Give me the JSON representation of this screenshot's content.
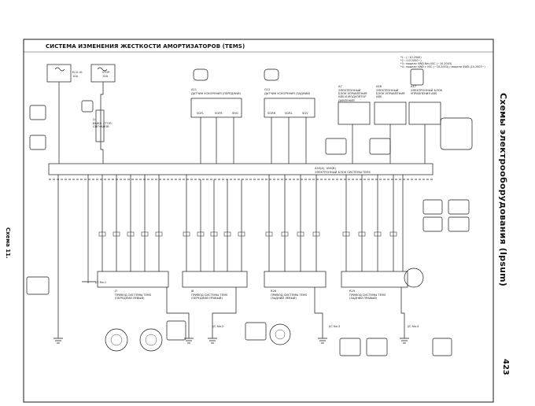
{
  "header": {
    "title": "СИСТЕМА ИЗМЕНЕНИЯ ЖЕСТКОСТИ АМОРТИЗАТОРОВ (TEMS)",
    "side_title": "Схемы электрооборудования (Ipsum)",
    "page_number": "423",
    "scheme_label": "Схема 11."
  },
  "notes": [
    "*1 : (~10.2000)",
    "*2 : (10.2000~)",
    "*3 : модели 4WD без VSC (~10.2003)",
    "*4 : модели 4WD с VSC (~10.2003) / модели 4WD (10.2003~)"
  ],
  "fuses": [
    {
      "id": "ecu-ig-fuse",
      "name": "ECU-IG",
      "rating": "10A"
    },
    {
      "id": "stop-fuse",
      "name": "STOP",
      "rating": "15A"
    }
  ],
  "sensors": [
    {
      "id": "front-g-sensor",
      "code": "A11",
      "name": "ДАТЧИК УСКОРЕНИЯ (ПЕРЕДНИЙ)",
      "pins": [
        "SGFL",
        "SGFR",
        "SHG"
      ]
    },
    {
      "id": "rear-g-sensor",
      "code": "G12",
      "name": "ДАТЧИК УСКОРЕНИЯ (ЗАДНИЙ)",
      "pins": [
        "SGRR",
        "SGRL",
        "SGV"
      ]
    }
  ],
  "abs_units": [
    {
      "code": "A7",
      "name": "ЭЛЕКТРОННЫЙ БЛОК УПРАВЛЕНИЯ ABS И МОДУЛЯТОР ДАВЛЕНИЯ",
      "note": "(модели 2WD)"
    },
    {
      "code": "A16",
      "name": "ЭЛЕКТРОННЫЙ БЛОК УПРАВЛЕНИЯ ABS",
      "note": "(мод. 4WD без VSC)"
    },
    {
      "code": "A17",
      "name": "ЭЛЕКТРОННЫЙ БЛОК УПРАВЛЕНИЯ ABS",
      "note": "(мод. 4WD с VSC)"
    }
  ],
  "ecu": {
    "code": "A55(A), A56(B)",
    "name": "ЭЛЕКТРОННЫЙ БЛОК СИСТЕМЫ TEMS"
  },
  "stop_switch": {
    "code": "J1",
    "name": "ВЫКЛ. СТОП-СИГНАЛОВ"
  },
  "actuators": [
    {
      "id": "act-fl",
      "code": "J7",
      "name": "ПРИВОД СИСТЕМЫ TEMS (ПЕРЕДНИЙ ЛЕВЫЙ)"
    },
    {
      "id": "act-fr",
      "code": "J8",
      "name": "ПРИВОД СИСТЕМЫ TEMS (ПЕРЕДНИЙ ПРАВЫЙ)"
    },
    {
      "id": "act-rl",
      "code": "R28",
      "name": "ПРИВОД СИСТЕМЫ TEMS (ЗАДНИЙ ЛЕВЫЙ)"
    },
    {
      "id": "act-rr",
      "code": "R29",
      "name": "ПРИВОД СИСТЕМЫ TEMS (ЗАДНИЙ ПРАВЫЙ)"
    }
  ],
  "grounds": [
    "J/C No.1",
    "J/C No.2",
    "J/C No.3",
    "J/C No.4"
  ]
}
